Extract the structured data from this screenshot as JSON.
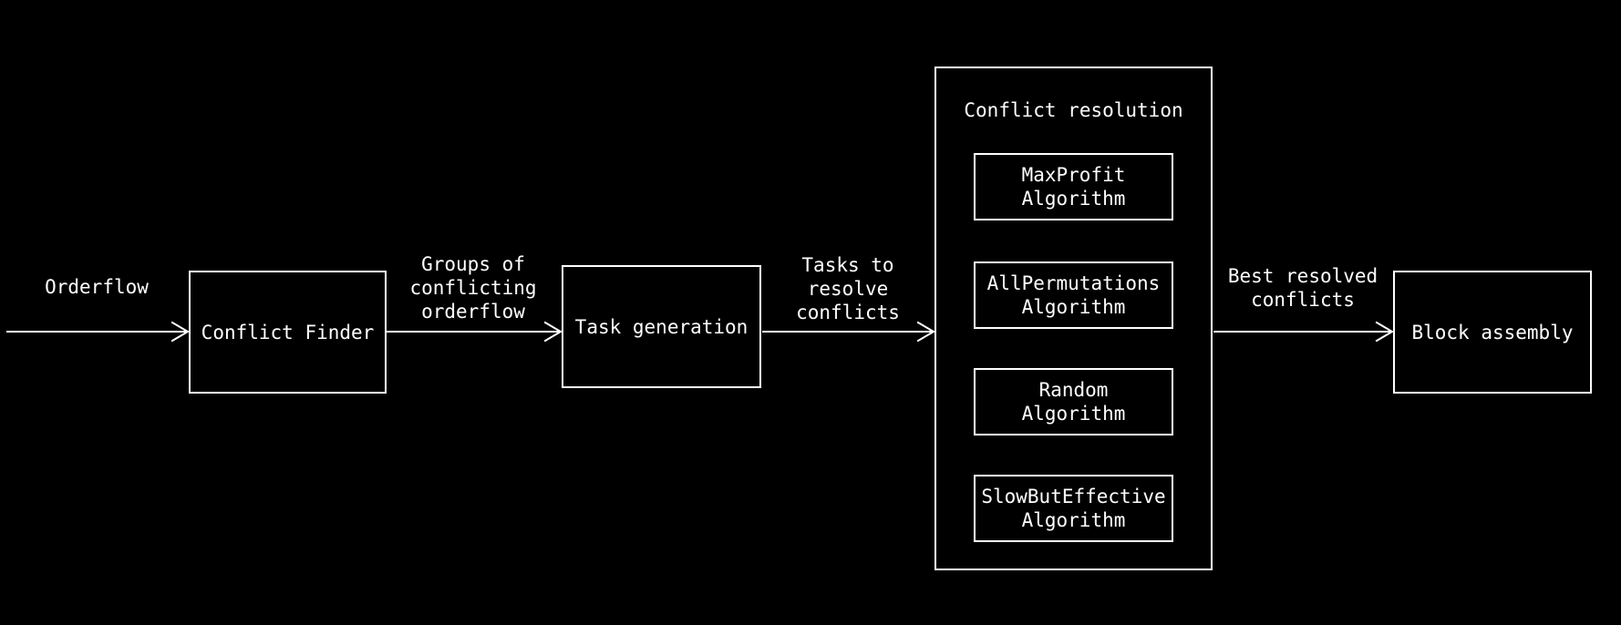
{
  "colors": {
    "background": "#000000",
    "stroke": "#ffffff",
    "text": "#ffffff"
  },
  "nodes": {
    "conflict_finder": {
      "label": "Conflict Finder"
    },
    "task_generation": {
      "label": "Task generation"
    },
    "conflict_resolution": {
      "title": "Conflict resolution",
      "algorithms": [
        {
          "label": "MaxProfit\nAlgorithm"
        },
        {
          "label": "AllPermutations\nAlgorithm"
        },
        {
          "label": "Random\nAlgorithm"
        },
        {
          "label": "SlowButEffective\nAlgorithm"
        }
      ]
    },
    "block_assembly": {
      "label": "Block assembly"
    }
  },
  "edges": [
    {
      "label": "Orderflow"
    },
    {
      "label": "Groups of\nconflicting\norderflow"
    },
    {
      "label": "Tasks to\nresolve\nconflicts"
    },
    {
      "label": "Best resolved\nconflicts"
    }
  ]
}
